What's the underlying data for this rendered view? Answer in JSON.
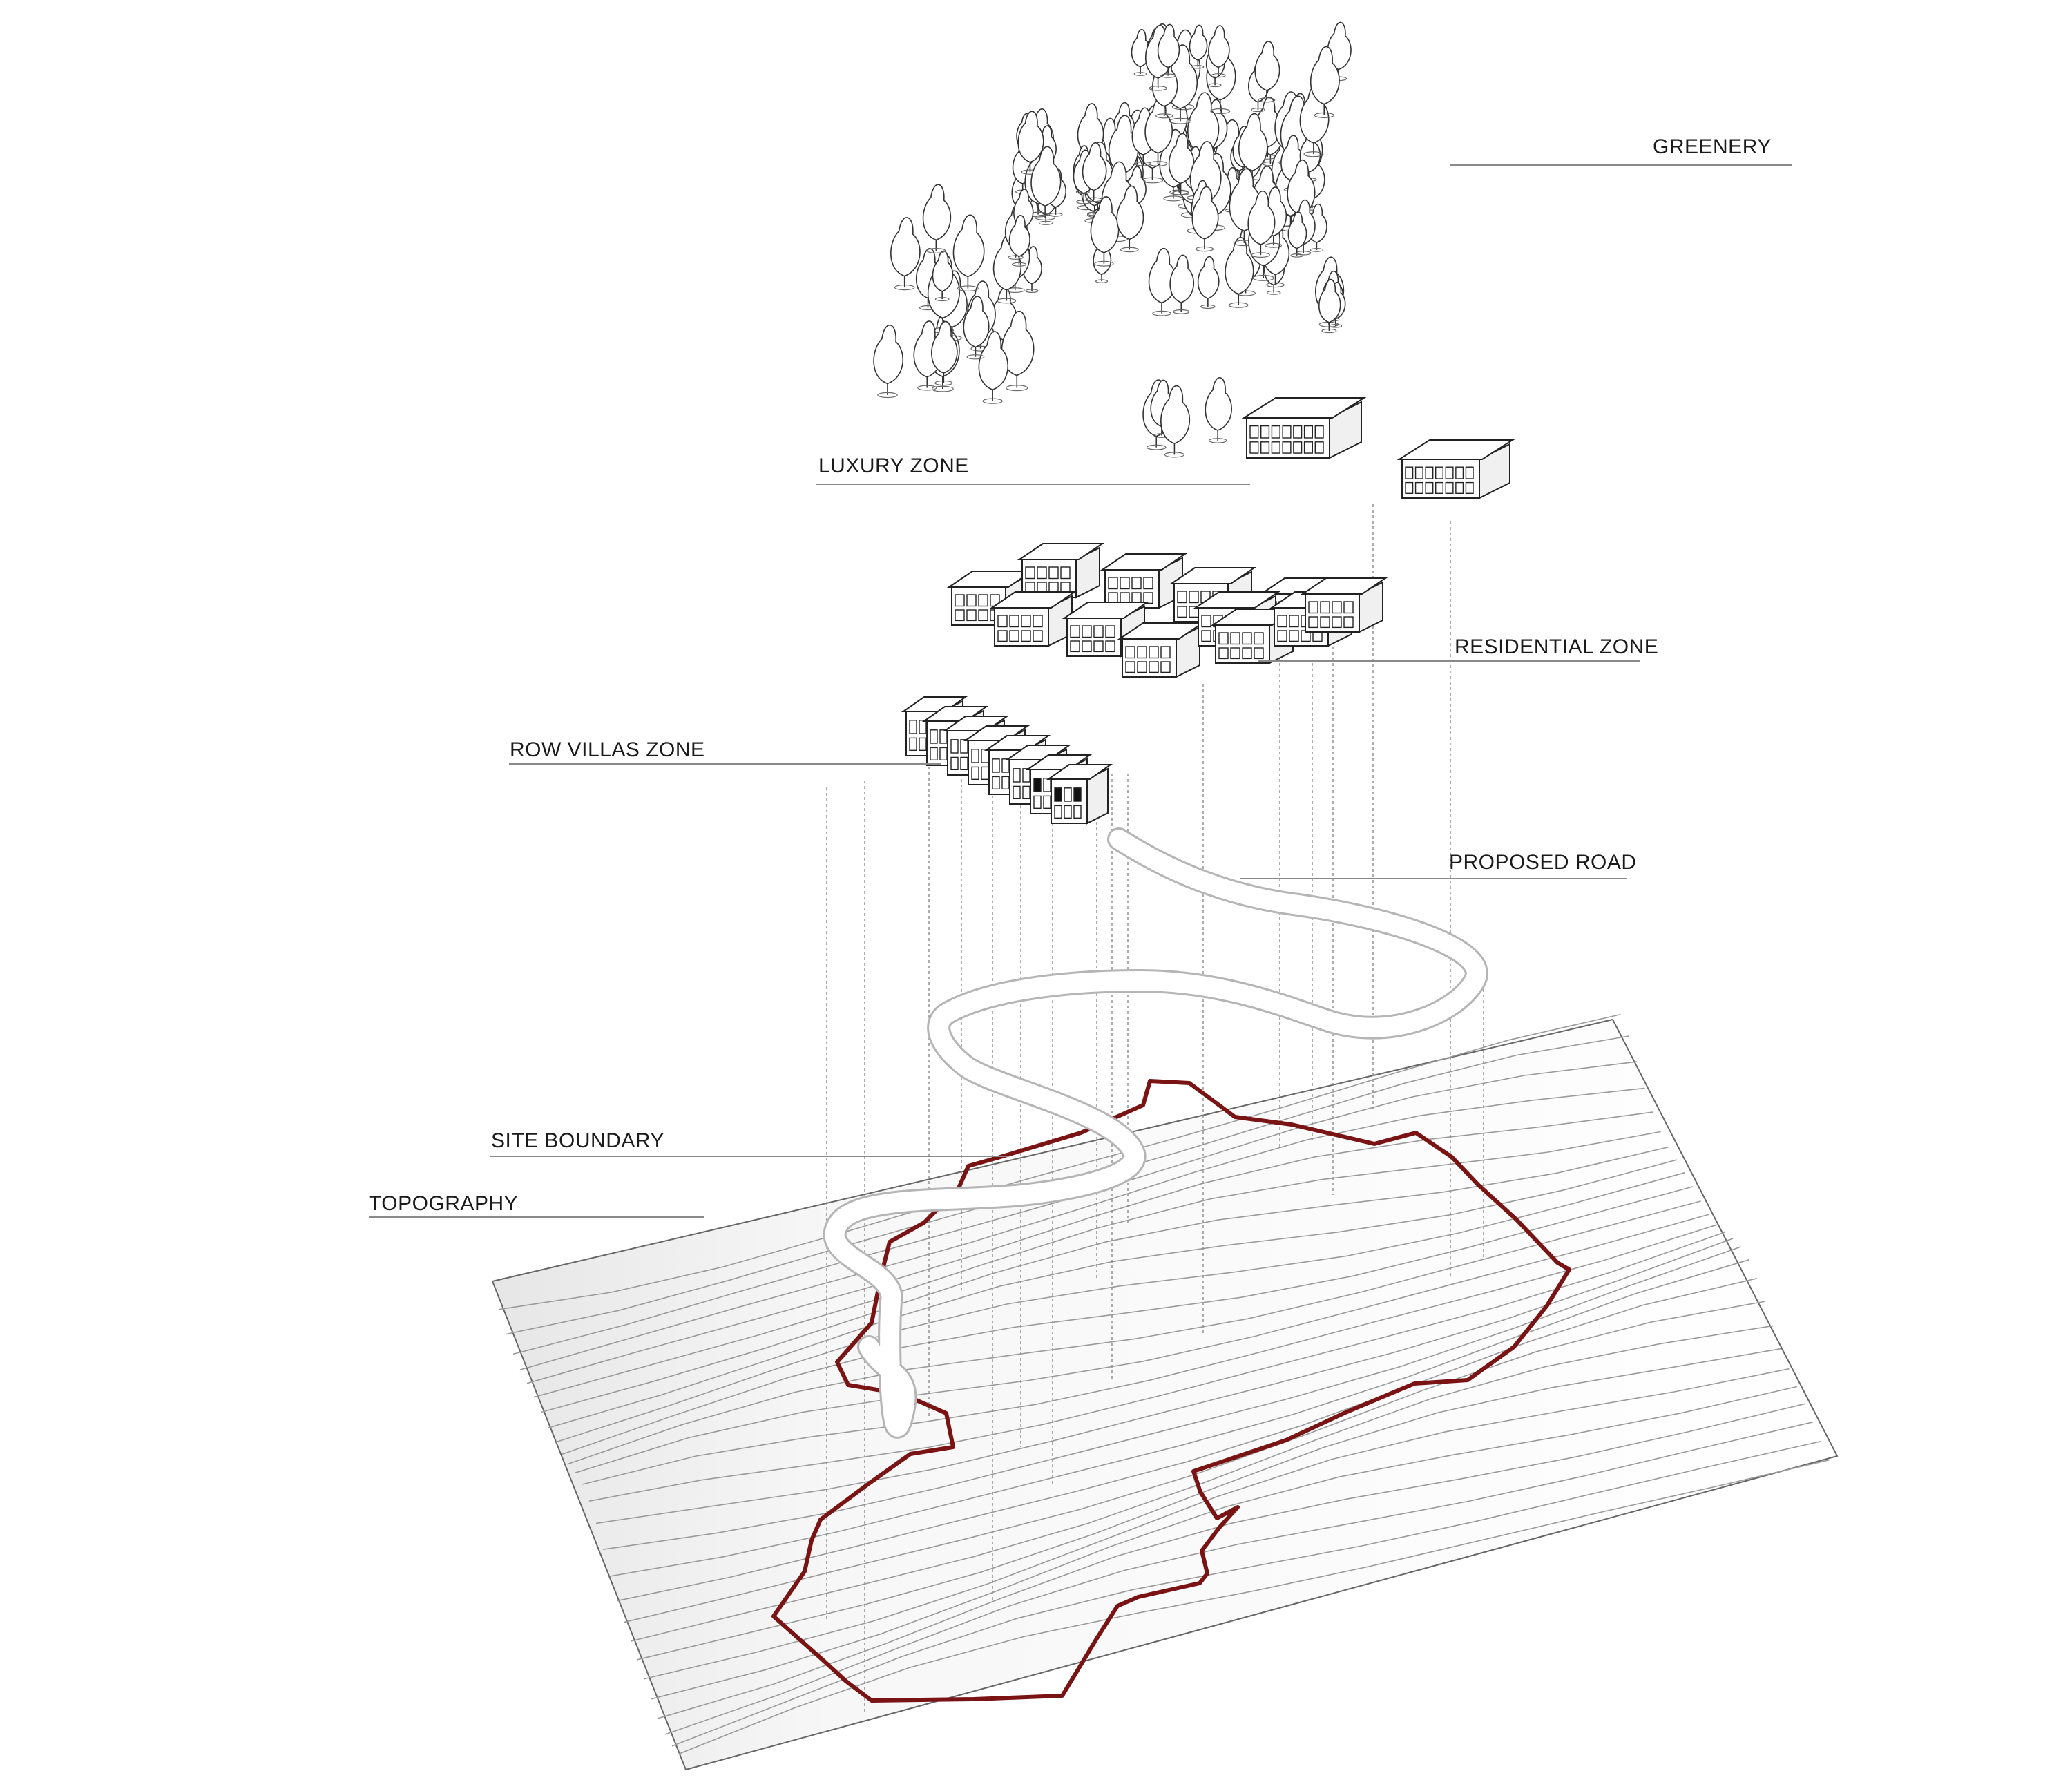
{
  "labels": {
    "greenery": "GREENERY",
    "luxury_zone": "LUXURY ZONE",
    "residential_zone": "RESIDENTIAL ZONE",
    "row_villas_zone": "ROW VILLAS ZONE",
    "proposed_road": "PROPOSED ROAD",
    "site_boundary": "SITE BOUNDARY",
    "topography": "TOPOGRAPHY"
  },
  "colors": {
    "site_boundary": "#7a1414",
    "line": "#444444",
    "contour": "#9a9a9a",
    "road_outline": "#b0b0b0",
    "leader": "#8a8a8a",
    "text": "#1a1a1a"
  }
}
